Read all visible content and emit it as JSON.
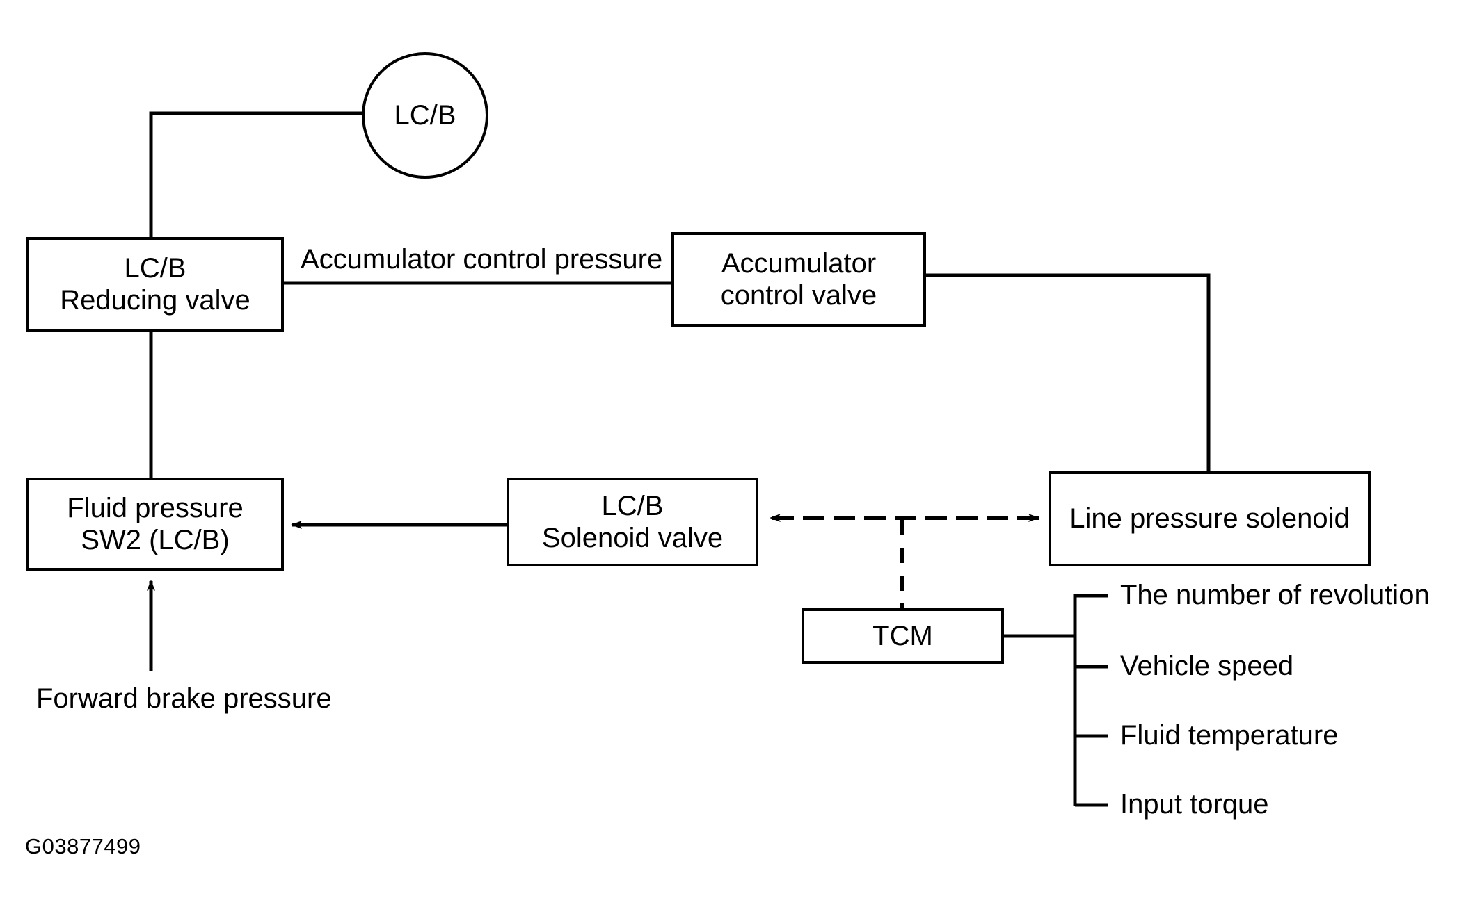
{
  "diagram": {
    "title_code": "G03877499",
    "nodes": {
      "lcb_circle": "LC/B",
      "lcb_reducing_valve": "LC/B\nReducing valve",
      "lcb_reducing_valve_line1": "LC/B",
      "lcb_reducing_valve_line2": "Reducing valve",
      "accumulator_control_valve_line1": "Accumulator",
      "accumulator_control_valve_line2": "control valve",
      "fluid_pressure_sw2_line1": "Fluid pressure",
      "fluid_pressure_sw2_line2": "SW2 (LC/B)",
      "lcb_solenoid_valve_line1": "LC/B",
      "lcb_solenoid_valve_line2": "Solenoid valve",
      "line_pressure_solenoid": "Line pressure solenoid",
      "tcm": "TCM"
    },
    "edge_labels": {
      "accumulator_control_pressure": "Accumulator control pressure",
      "forward_brake_pressure": "Forward brake pressure"
    },
    "tcm_inputs": [
      "The number of revolution",
      "Vehicle speed",
      "Fluid temperature",
      "Input torque"
    ],
    "colors": {
      "stroke": "#000000",
      "background": "#ffffff"
    }
  }
}
